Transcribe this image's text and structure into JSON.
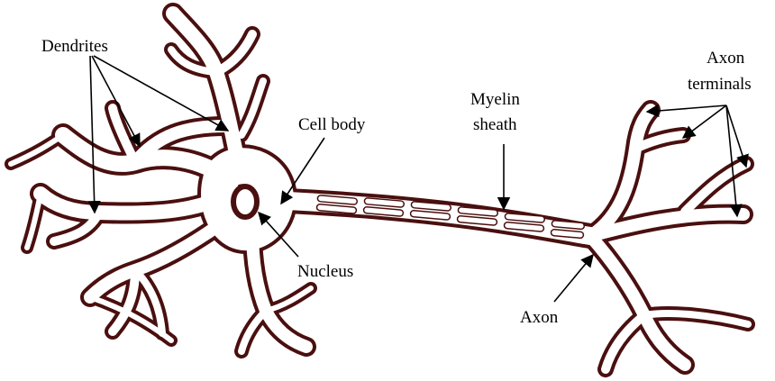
{
  "colors": {
    "membrane": "#4a0f0f",
    "cytoplasm": "#ffffff",
    "text": "#000000"
  },
  "labels": {
    "dendrites": "Dendrites",
    "cell_body": "Cell body",
    "nucleus": "Nucleus",
    "myelin_line1": "Myelin",
    "myelin_line2": "sheath",
    "axon": "Axon",
    "axon_terminals_line1": "Axon",
    "axon_terminals_line2": "terminals"
  }
}
